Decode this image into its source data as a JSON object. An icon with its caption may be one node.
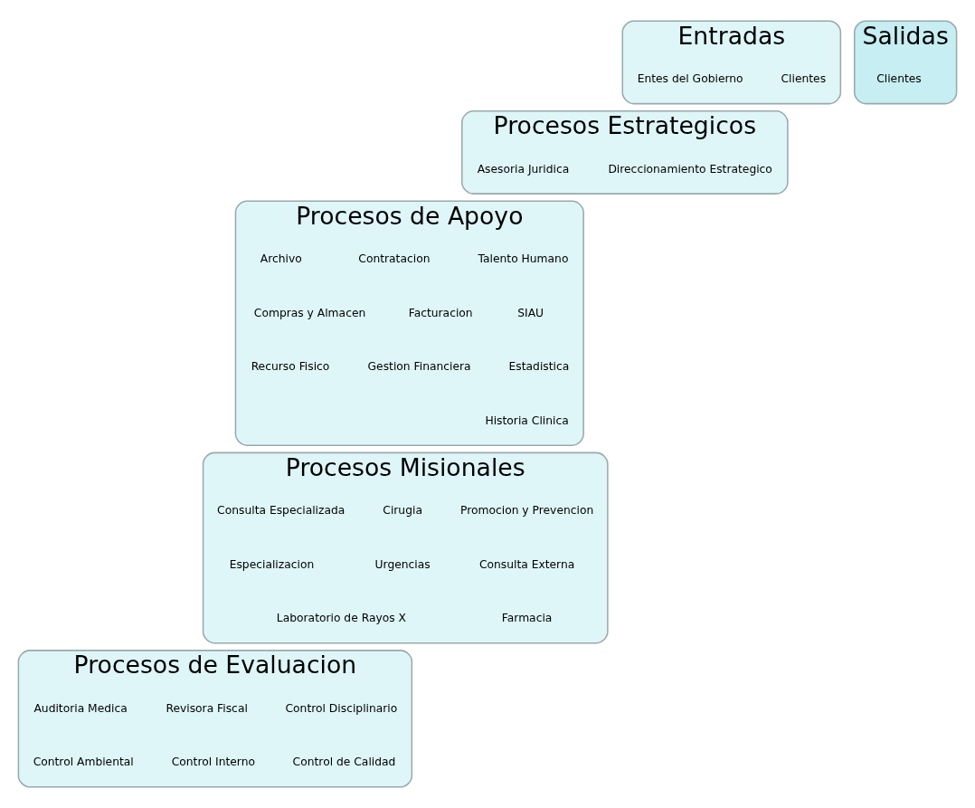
{
  "diagram": {
    "nodes": [
      {
        "text": [
          "Entradas"
        ]
      },
      {
        "text": [
          "Clientes"
        ],
        "in": 0
      },
      {
        "text": [
          "Entes del Gobierno"
        ],
        "in": 0
      },
      {
        "text": [
          "Procesos Estrategicos"
        ]
      },
      {
        "text": [
          "Direccionamiento Estrategico"
        ],
        "in": 3
      },
      {
        "text": [
          "Asesoria Juridica"
        ],
        "in": 3
      },
      {
        "text": [
          "Procesos de Apoyo"
        ]
      },
      {
        "text": [
          "Talento Humano"
        ],
        "in": 6
      },
      {
        "text": [
          "Contratacion"
        ],
        "in": 6
      },
      {
        "text": [
          "Archivo"
        ],
        "in": 6
      },
      {
        "text": [
          "SIAU"
        ],
        "in": 6
      },
      {
        "text": [
          "Facturacion"
        ],
        "in": 6
      },
      {
        "text": [
          "Compras y Almacen"
        ],
        "in": 6
      },
      {
        "text": [
          "Estadistica"
        ],
        "in": 6
      },
      {
        "text": [
          "Gestion Financiera"
        ],
        "in": 6
      },
      {
        "text": [
          "Recurso Fisico"
        ],
        "in": 6
      },
      {
        "text": [
          "Historia Clinica"
        ],
        "in": 6
      },
      {
        "text": [
          "Procesos Misionales"
        ]
      },
      {
        "text": [
          "Promocion y Prevencion"
        ],
        "in": 17
      },
      {
        "text": [
          "Cirugia"
        ],
        "in": 17
      },
      {
        "text": [
          "Consulta Especializada"
        ],
        "in": 17
      },
      {
        "text": [
          "Consulta Externa"
        ],
        "in": 17
      },
      {
        "text": [
          "Urgencias"
        ],
        "in": 17
      },
      {
        "text": [
          "Especializacion"
        ],
        "in": 17
      },
      {
        "text": [
          "Farmacia"
        ],
        "in": 17
      },
      {
        "text": [
          "Laboratorio de Rayos X"
        ],
        "in": 17
      },
      {
        "text": [
          "Procesos de Evaluacion"
        ]
      },
      {
        "text": [
          "Control Disciplinario"
        ],
        "in": 26
      },
      {
        "text": [
          "Revisora Fiscal"
        ],
        "in": 26
      },
      {
        "text": [
          "Auditoria Medica"
        ],
        "in": 26
      },
      {
        "text": [
          "Control de Calidad"
        ],
        "in": 26
      },
      {
        "text": [
          "Control Interno"
        ],
        "in": 26
      },
      {
        "text": [
          "Control Ambiental"
        ],
        "in": 26
      },
      {
        "text": [
          "Salidas"
        ]
      },
      {
        "text": [
          "Clientes"
        ],
        "in": 33
      }
    ],
    "edges": []
  }
}
